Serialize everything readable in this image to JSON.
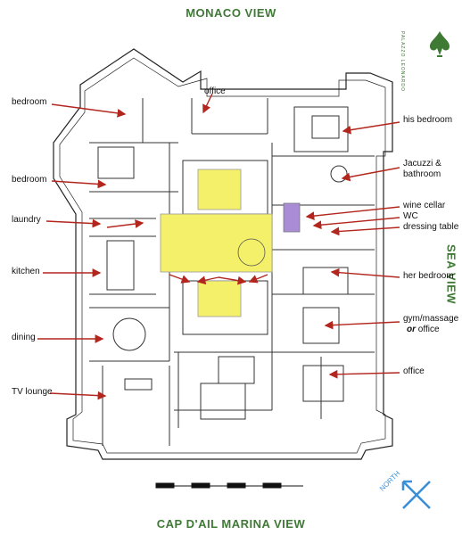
{
  "views": {
    "top": "MONACO VIEW",
    "bottom": "CAP D'AIL MARINA VIEW",
    "right": "SEA VIEW"
  },
  "compass": "NORTH",
  "brand": "PALAZZO LEONARDO",
  "rooms": {
    "office_top": "office",
    "bedroom_1": "bedroom",
    "bedroom_2": "bedroom",
    "laundry": "laundry",
    "kitchen": "kitchen",
    "dining": "dining",
    "tv_lounge": "TV lounge",
    "his_bedroom": "his bedroom",
    "jacuzzi_1": "Jacuzzi  &",
    "jacuzzi_2": "bathroom",
    "wine_cellar": "wine cellar",
    "wc": "WC",
    "dressing_table": "dressing table",
    "her_bedroom": "her bedroom",
    "gym_1": "gym/massage",
    "gym_or": "or",
    "gym_office": "office",
    "office_right": "office"
  },
  "colors": {
    "title_green": "#3f7a35",
    "arrow_red": "#b3261e",
    "highlight_yellow": "#f4f06a",
    "highlight_purple": "#a98bd6",
    "compass_blue": "#3b8fd6"
  }
}
